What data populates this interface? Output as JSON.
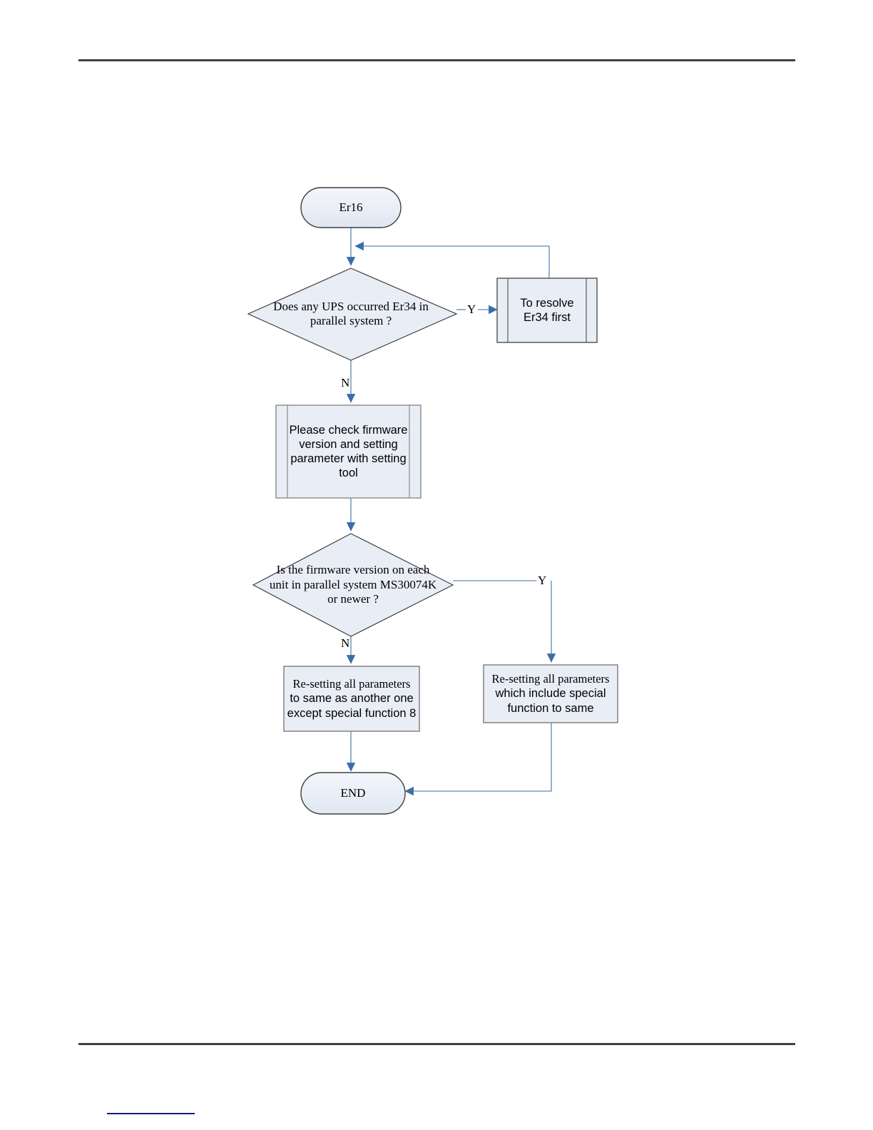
{
  "document": {
    "header_rule": true,
    "footer_rule": true,
    "footnote_rule": true
  },
  "chart_data": {
    "type": "diagram",
    "title": "Er16 troubleshooting flowchart",
    "nodes": [
      {
        "id": "start",
        "shape": "terminator",
        "text": "Er16"
      },
      {
        "id": "d1",
        "shape": "decision",
        "text": "Does any UPS occurred Er34 in parallel system ?",
        "lines": [
          "Does any UPS occurred Er34 in",
          "parallel system ?"
        ]
      },
      {
        "id": "resolve34",
        "shape": "predefined-process",
        "text": "To resolve Er34 first",
        "lines": [
          "To resolve",
          "Er34 first"
        ]
      },
      {
        "id": "checkfw",
        "shape": "predefined-process",
        "text": "Please check firmware version and setting parameter with setting tool",
        "lines": [
          "Please check firmware",
          "version and setting",
          "parameter with setting",
          "tool"
        ]
      },
      {
        "id": "d2",
        "shape": "decision",
        "text": "Is the firmware version on each unit in parallel system MS30074K or newer ?",
        "lines": [
          "Is the firmware version on each",
          "unit in parallel system MS30074K",
          "or newer ?"
        ]
      },
      {
        "id": "resetLeft",
        "shape": "process",
        "text": "Re-setting all parameters to same as another one except special function 8",
        "lines": [
          "Re-setting all parameters",
          "to same as another one",
          "except special function 8"
        ]
      },
      {
        "id": "resetRight",
        "shape": "process",
        "text": "Re-setting all parameters which include special function to same",
        "lines": [
          "Re-setting all parameters",
          "which include special",
          "function to same"
        ]
      },
      {
        "id": "end",
        "shape": "terminator",
        "text": "END"
      }
    ],
    "edges": [
      {
        "from": "start",
        "to": "d1",
        "label": ""
      },
      {
        "from": "d1",
        "to": "resolve34",
        "label": "Y"
      },
      {
        "from": "resolve34",
        "to": "d1",
        "label": ""
      },
      {
        "from": "d1",
        "to": "checkfw",
        "label": "N"
      },
      {
        "from": "checkfw",
        "to": "d2",
        "label": ""
      },
      {
        "from": "d2",
        "to": "resetRight",
        "label": "Y"
      },
      {
        "from": "d2",
        "to": "resetLeft",
        "label": "N"
      },
      {
        "from": "resetLeft",
        "to": "end",
        "label": ""
      },
      {
        "from": "resetRight",
        "to": "end",
        "label": ""
      }
    ],
    "labels": {
      "yes": "Y",
      "no": "N"
    },
    "colors": {
      "node_fill": "#e9eef6",
      "node_stroke": "#3f3f3f",
      "connector": "#7a9fc4",
      "arrowhead": "#3a6ea5",
      "rule": "#414141",
      "footnote_rule": "#151585",
      "text": "#000000"
    }
  }
}
